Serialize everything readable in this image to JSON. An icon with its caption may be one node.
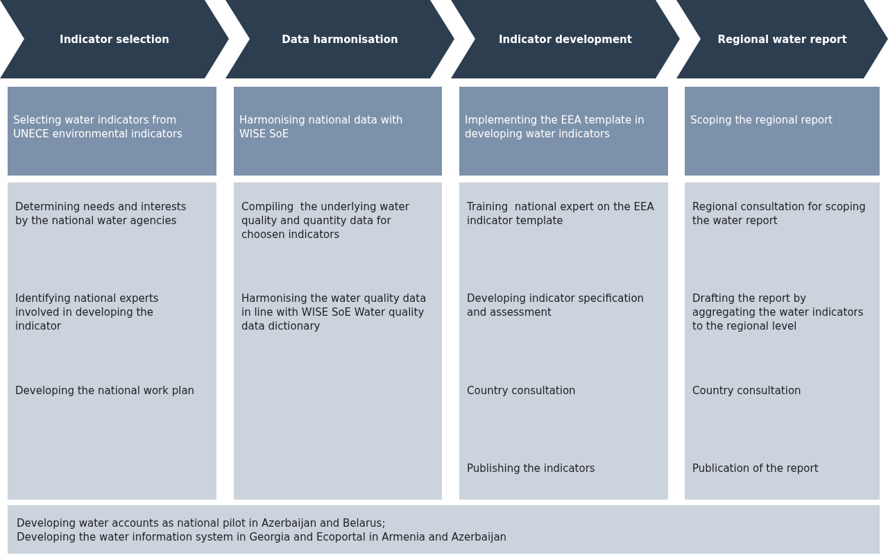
{
  "diagram": {
    "nodes": [
      {
        "text": [
          "Indicator selection"
        ]
      },
      {
        "text": [
          "Data harmonisation"
        ]
      },
      {
        "text": [
          "Indicator development"
        ]
      },
      {
        "text": [
          "Regional water report"
        ]
      },
      {
        "text": [
          "Selecting water indicators from UNECE environmental indicators"
        ]
      },
      {
        "text": [
          "Harmonising national data with WISE SoE"
        ]
      },
      {
        "text": [
          "Implementing the EEA template in developing water indicators"
        ]
      },
      {
        "text": [
          "Scoping the regional report"
        ]
      },
      {
        "text": [
          "Determining needs and interests by the national water agencies",
          "Identifying national experts involved in developing the indicator",
          "Developing the national work plan"
        ]
      },
      {
        "text": [
          "Compiling  the underlying water quality and quantity data for choosen indicators",
          "Harmonising the water quality data in line with WISE SoE Water quality data dictionary"
        ]
      },
      {
        "text": [
          "Training  national expert on the EEA indicator template",
          "Developing indicator specification and assessment",
          "Country consultation",
          "Publishing the indicators"
        ]
      },
      {
        "text": [
          "Regional consultation for scoping the water report",
          "Drafting the report by aggregating the water indicators to the regional level",
          "Country consultation",
          "Publication of the report"
        ]
      },
      {
        "text": [
          "Developing water accounts as national pilot in Azerbaijan and Belarus;",
          "Developing the water information system in Georgia and Ecoportal in Armenia and Azerbaijan"
        ]
      }
    ]
  }
}
